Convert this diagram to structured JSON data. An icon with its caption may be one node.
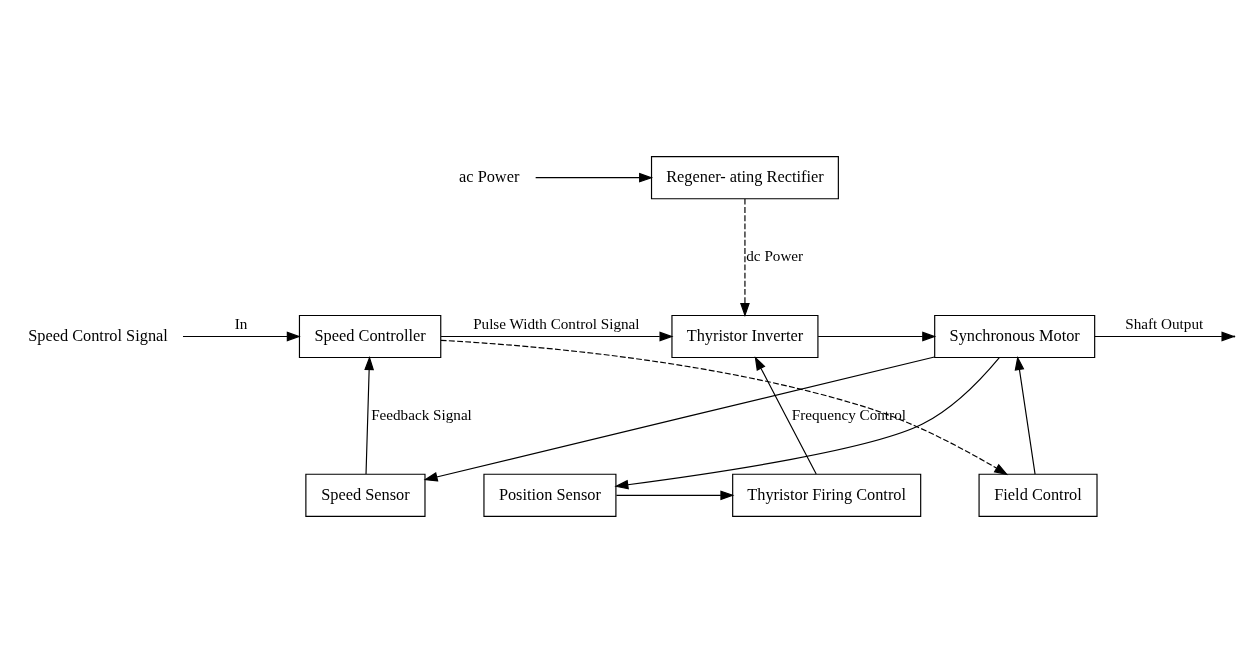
{
  "diagram": {
    "nodes": [
      {
        "text": [
          "ac Power"
        ]
      },
      {
        "text": [
          "Regener- ating Rectifier"
        ]
      },
      {
        "text": [
          "Speed Control Signal"
        ]
      },
      {
        "text": [
          "Speed Controller"
        ]
      },
      {
        "text": [
          "Thyristor Inverter"
        ]
      },
      {
        "text": [
          "Synchronous Motor"
        ]
      },
      {
        "text": [
          "Field Control"
        ]
      },
      {
        "text": [
          "Speed Sensor"
        ]
      },
      {
        "text": [
          "Thyristor Firing Control"
        ]
      },
      {
        "text": [
          "Position Sensor"
        ]
      }
    ],
    "edges": [
      {
        "from": 0,
        "to": 1,
        "arrow": "to"
      },
      {
        "from": 1,
        "to": 4,
        "arrow": "to",
        "style": "dashed",
        "label": "dc Power"
      },
      {
        "from": 2,
        "to": 3,
        "arrow": "to",
        "label": "In"
      },
      {
        "from": 3,
        "to": 4,
        "arrow": "to",
        "label": "Pulse Width Control Signal"
      },
      {
        "from": 4,
        "to": 5,
        "arrow": "to"
      },
      {
        "from": 5,
        "to": null,
        "arrow": "to",
        "label": "Shaft Output"
      },
      {
        "from": 6,
        "to": 5,
        "arrow": "to"
      },
      {
        "from": 3,
        "to": 6,
        "arrow": "to",
        "style": "dashed"
      },
      {
        "from": 8,
        "to": 4,
        "arrow": "to",
        "label": "Frequency Control"
      },
      {
        "from": 7,
        "to": 3,
        "arrow": "to",
        "label": "Feedback Signal"
      },
      {
        "from": 5,
        "to": 9,
        "arrow": "to"
      },
      {
        "from": 9,
        "to": 8,
        "arrow": "to"
      },
      {
        "from": 5,
        "to": 7,
        "arrow": "to"
      }
    ]
  }
}
